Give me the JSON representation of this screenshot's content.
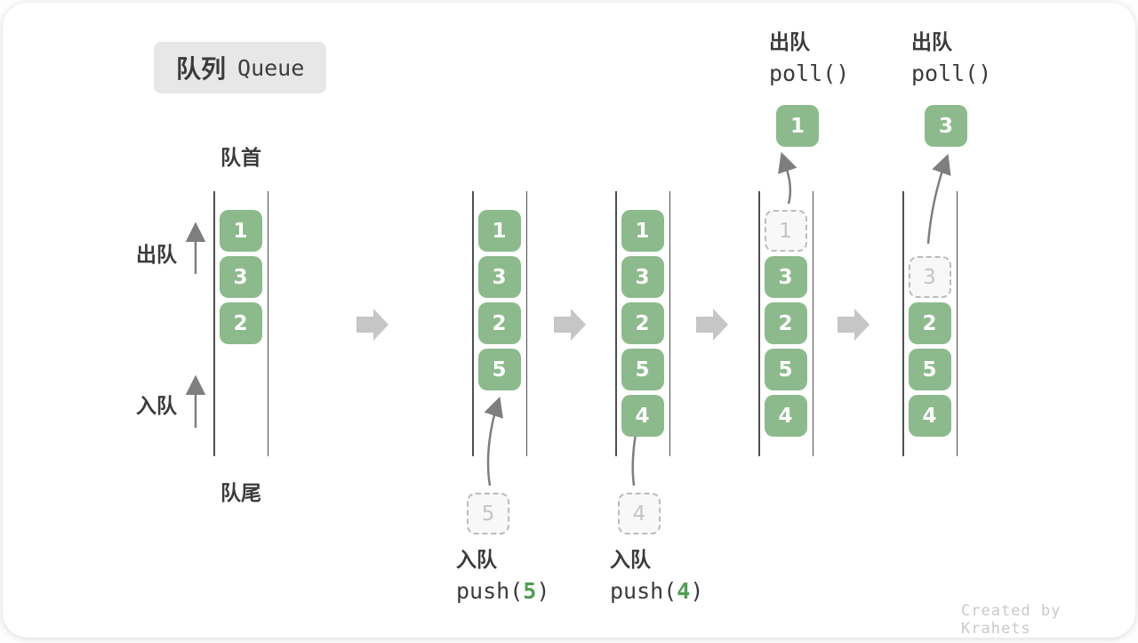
{
  "title": {
    "zh": "队列",
    "en": "Queue"
  },
  "labels": {
    "front": "队首",
    "rear": "队尾",
    "dequeue": "出队",
    "enqueue": "入队"
  },
  "operations": {
    "push5": {
      "label": "入队",
      "fn": "push(",
      "arg": "5",
      "close": ")"
    },
    "push4": {
      "label": "入队",
      "fn": "push(",
      "arg": "4",
      "close": ")"
    },
    "poll_1": {
      "label": "出队",
      "code": "poll()"
    },
    "poll_2": {
      "label": "出队",
      "code": "poll()"
    }
  },
  "queues": {
    "q1": {
      "s1": "1",
      "s2": "3",
      "s3": "2"
    },
    "q2": {
      "s1": "1",
      "s2": "3",
      "s3": "2",
      "s4": "5",
      "incoming": "5"
    },
    "q3": {
      "s1": "1",
      "s2": "3",
      "s3": "2",
      "s4": "5",
      "s5": "4",
      "incoming": "4"
    },
    "q4": {
      "removed": "1",
      "s2": "3",
      "s3": "2",
      "s4": "5",
      "s5": "4",
      "popped": "1"
    },
    "q5": {
      "removed": "3",
      "s3": "2",
      "s4": "5",
      "s5": "4",
      "popped": "3"
    }
  },
  "watermark": "Created by Krahets",
  "colors": {
    "box_green": "#8cba8c",
    "accent_green": "#4e9e50",
    "block_arrow": "#c6c6c6"
  }
}
